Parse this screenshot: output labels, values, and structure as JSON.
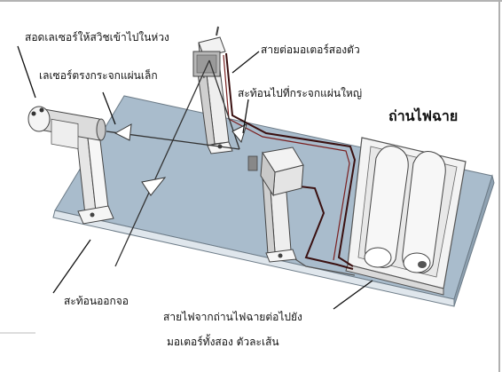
{
  "labels": {
    "insert_laser": "สอดเลเซอร์ให้สวิชเข้าไปในห่วง",
    "laser_to_small_mirror": "เลเซอร์ตรงกระจกแผ่นเล็ก",
    "motor_cable": "สายต่อมอเตอร์สองตัว",
    "reflect_to_big_mirror": "สะท้อนไปที่กระจกแผ่นใหญ่",
    "battery_holder": "ถ่านไฟฉาย",
    "reflect_out": "สะท้อนออกจอ",
    "wires_line1": "สายไฟจากถ่านไฟฉายต่อไปยัง",
    "wires_line2": "มอเตอร์ทั้งสอง ตัวละเส้น"
  }
}
